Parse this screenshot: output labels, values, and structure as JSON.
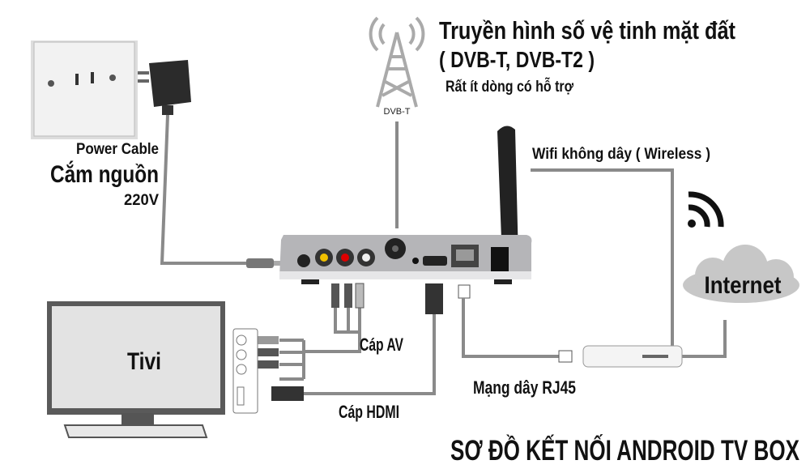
{
  "power": {
    "line1": "Power Cable",
    "line2": "Cắm nguồn",
    "line3": "220V"
  },
  "tower": {
    "label": "DVB-T"
  },
  "dvb": {
    "title": "Truyền hình số vệ tinh mặt đất",
    "subtitle": "( DVB-T, DVB-T2 )",
    "note": "Rất ít dòng có hỗ trợ"
  },
  "wifi": {
    "label": "Wifi không dây ( Wireless )"
  },
  "internet": {
    "label": "Internet"
  },
  "tv": {
    "label": "Tivi"
  },
  "cables": {
    "av": "Cáp AV",
    "hdmi": "Cáp HDMI",
    "rj45": "Mạng dây RJ45"
  },
  "footer": {
    "title": "SƠ ĐỒ KẾT NỐI ANDROID TV BOX"
  }
}
